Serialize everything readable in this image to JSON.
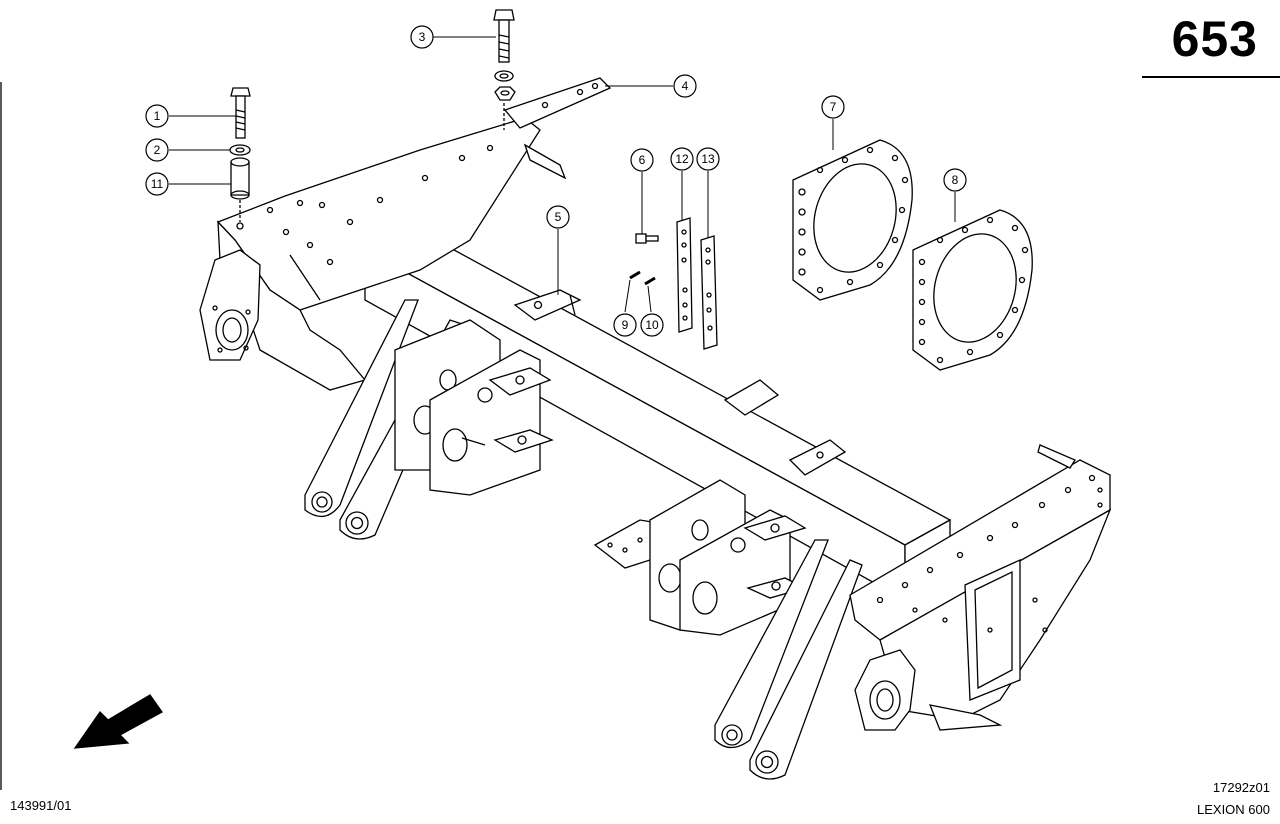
{
  "page_number": "653",
  "footer": {
    "left_code": "143991/01",
    "right_code": "17292z01",
    "model": "LEXION 600"
  },
  "callouts": [
    {
      "id": "c1",
      "label": "1"
    },
    {
      "id": "c2",
      "label": "2"
    },
    {
      "id": "c3",
      "label": "3"
    },
    {
      "id": "c4",
      "label": "4"
    },
    {
      "id": "c5",
      "label": "5"
    },
    {
      "id": "c6",
      "label": "6"
    },
    {
      "id": "c7",
      "label": "7"
    },
    {
      "id": "c8",
      "label": "8"
    },
    {
      "id": "c9",
      "label": "9"
    },
    {
      "id": "c10",
      "label": "10"
    },
    {
      "id": "c11",
      "label": "11"
    },
    {
      "id": "c12",
      "label": "12"
    },
    {
      "id": "c13",
      "label": "13"
    }
  ],
  "colors": {
    "line": "#000000",
    "background": "#ffffff"
  }
}
